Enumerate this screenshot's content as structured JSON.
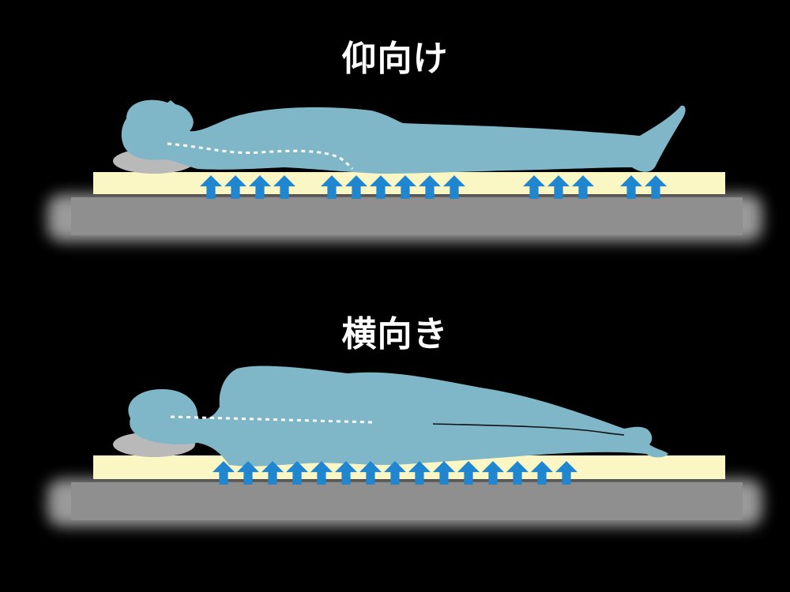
{
  "panels": [
    {
      "title": "仰向け"
    },
    {
      "title": "横向き"
    }
  ],
  "colors": {
    "background": "#000000",
    "title": "#ffffff",
    "body": "#7fb7c9",
    "mattress": "#fbf7c4",
    "base": "#9a9a9a",
    "pillow": "#b9b9b9",
    "arrow": "#1f86cf",
    "spine_line": "#ffffff"
  },
  "icons": [
    "supine-body-silhouette",
    "side-lying-body-silhouette",
    "pillow",
    "support-arrow-up"
  ]
}
